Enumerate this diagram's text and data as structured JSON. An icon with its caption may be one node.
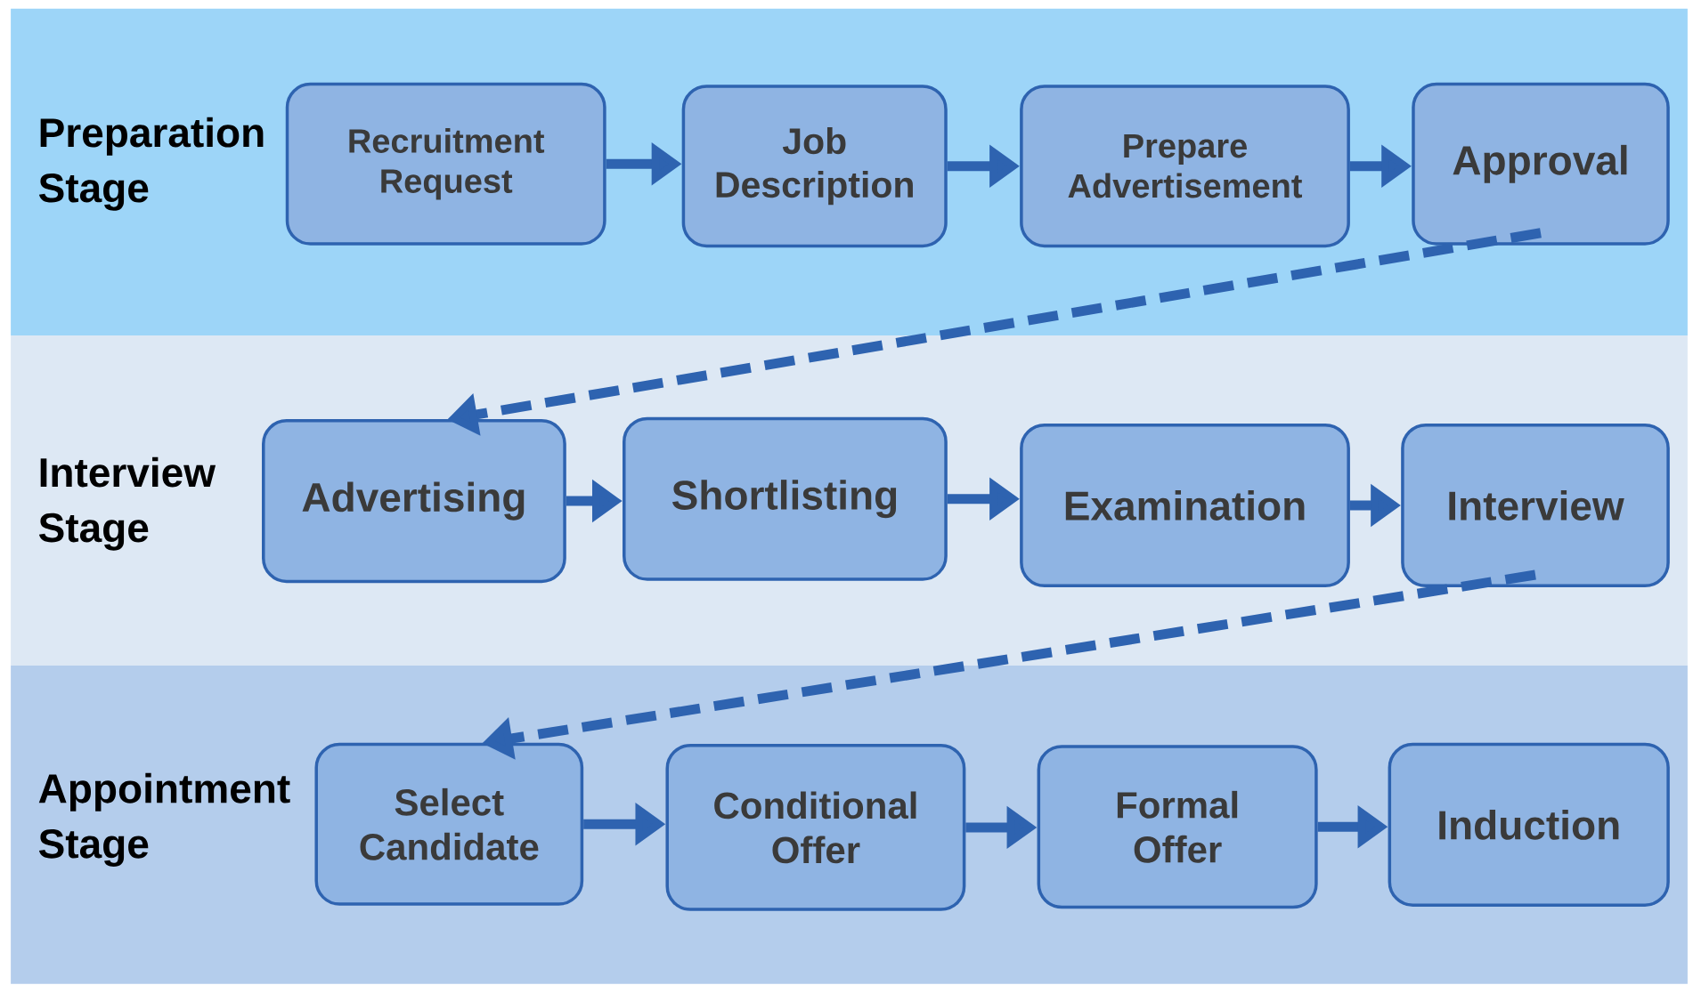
{
  "diagram": {
    "nodes": [
      {
        "text": [
          "Preparation Stage"
        ]
      },
      {
        "text": [
          "Recruitment Request"
        ],
        "in": 0
      },
      {
        "text": [
          "Job Description"
        ],
        "in": 0
      },
      {
        "text": [
          "Prepare Advertisement"
        ],
        "in": 0
      },
      {
        "text": [
          "Approval"
        ],
        "in": 0
      },
      {
        "text": [
          "Interview Stage"
        ]
      },
      {
        "text": [
          "Advertising"
        ],
        "in": 5
      },
      {
        "text": [
          "Shortlisting"
        ],
        "in": 5
      },
      {
        "text": [
          "Examination"
        ],
        "in": 5
      },
      {
        "text": [
          "Interview"
        ],
        "in": 5
      },
      {
        "text": [
          "Appointment Stage"
        ]
      },
      {
        "text": [
          "Select Candidate"
        ],
        "in": 10
      },
      {
        "text": [
          "Conditional Offer"
        ],
        "in": 10
      },
      {
        "text": [
          "Formal Offer"
        ],
        "in": 10
      },
      {
        "text": [
          "Induction"
        ],
        "in": 10
      }
    ],
    "edges": [
      {
        "from": 1,
        "to": 2,
        "arrow": "to"
      },
      {
        "from": 2,
        "to": 3,
        "arrow": "to"
      },
      {
        "from": 3,
        "to": 4,
        "arrow": "to"
      },
      {
        "from": 4,
        "to": 6,
        "arrow": "to",
        "style": "dashed"
      },
      {
        "from": 6,
        "to": 7,
        "arrow": "to"
      },
      {
        "from": 7,
        "to": 8,
        "arrow": "to"
      },
      {
        "from": 8,
        "to": 9,
        "arrow": "to"
      },
      {
        "from": 9,
        "to": 11,
        "arrow": "to",
        "style": "dashed"
      },
      {
        "from": 11,
        "to": 12,
        "arrow": "to"
      },
      {
        "from": 12,
        "to": 13,
        "arrow": "to"
      },
      {
        "from": 13,
        "to": 14,
        "arrow": "to"
      }
    ]
  }
}
